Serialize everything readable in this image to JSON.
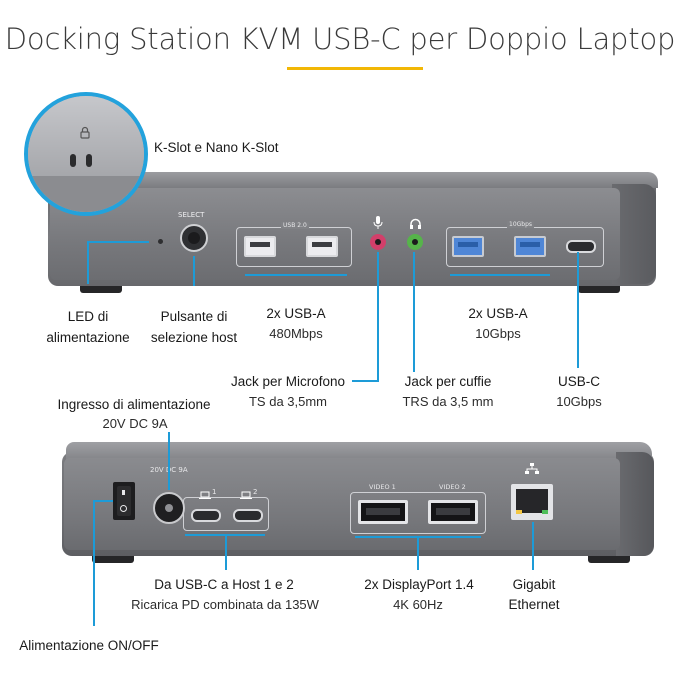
{
  "title": "Docking Station KVM USB-C per Doppio Laptop",
  "front": {
    "kslot_label": "K-Slot e Nano K-Slot",
    "select_print": "SELECT",
    "usb20_print": "USB 2.0",
    "gbps_print": "10Gbps",
    "led": "LED di\nalimentazione",
    "host_button": "Pulsante di\nselezione host",
    "usba_480_title": "2x USB-A",
    "usba_480_sub": "480Mbps",
    "usba_10_title": "2x USB-A",
    "usba_10_sub": "10Gbps",
    "mic_title": "Jack per Microfono",
    "mic_sub": "TS da 3,5mm",
    "headphone_title": "Jack per cuffie",
    "headphone_sub": "TRS da 3,5 mm",
    "usbc_title": "USB-C",
    "usbc_sub": "10Gbps"
  },
  "back": {
    "power_in_title": "Ingresso di alimentazione",
    "power_in_sub": "20V DC 9A",
    "power_print": "20V DC 9A",
    "host1_print": "1",
    "host2_print": "2",
    "video1_print": "VIDEO 1",
    "video2_print": "VIDEO 2",
    "usbc_hosts_title": "Da USB-C a Host 1 e 2",
    "usbc_hosts_sub": "Ricarica PD combinata da 135W",
    "dp_title": "2x DisplayPort 1.4",
    "dp_sub": "4K 60Hz",
    "ethernet_title": "Gigabit\nEthernet",
    "power_switch": "Alimentazione ON/OFF"
  },
  "colors": {
    "accent_line": "#1d9bd7",
    "title_bar": "#f2b705",
    "body_grey": "#77787c"
  },
  "icons": [
    "lock-icon",
    "microphone-icon",
    "headphones-icon",
    "laptop-icon",
    "network-icon"
  ]
}
